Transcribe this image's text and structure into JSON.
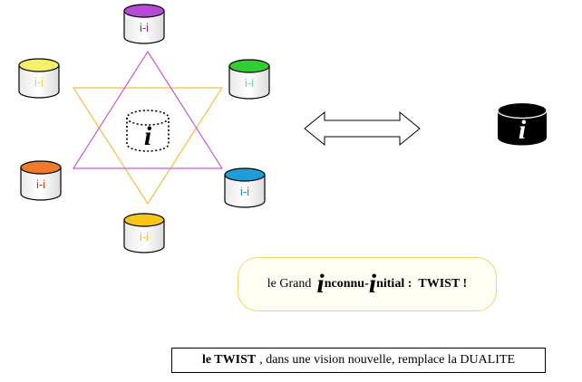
{
  "diagram": {
    "center_glyph": "i",
    "cylinders": [
      {
        "id": "top",
        "label": "i-i",
        "color": "#b44bd6",
        "text_color": "#8a1f9e"
      },
      {
        "id": "upper-right",
        "label": "i-i",
        "color": "#33cc33",
        "text_color": "#66dd99"
      },
      {
        "id": "lower-right",
        "label": "i-i",
        "color": "#1e9ed8",
        "text_color": "#1e88c8"
      },
      {
        "id": "bottom",
        "label": "i-i",
        "color": "#f5c518",
        "text_color": "#f0b428"
      },
      {
        "id": "lower-left",
        "label": "i-i",
        "color": "#f07a2a",
        "text_color": "#d03a1a"
      },
      {
        "id": "upper-left",
        "label": "i-i",
        "color": "#f5f06a",
        "text_color": "#e8d040"
      }
    ],
    "triangle_up_color": "#c85ad0",
    "triangle_down_color": "#f0c040",
    "right_cylinder_glyph": "i"
  },
  "twist_box": {
    "prefix": "le Grand",
    "big_letter_1": "i",
    "word_1": "nconnu-",
    "big_letter_2": "i",
    "word_2": "nitial :",
    "suffix": "TWIST !"
  },
  "bottom_box": {
    "lead": "le TWIST",
    "rest": ", dans une vision nouvelle,  remplace la DUALITE"
  }
}
